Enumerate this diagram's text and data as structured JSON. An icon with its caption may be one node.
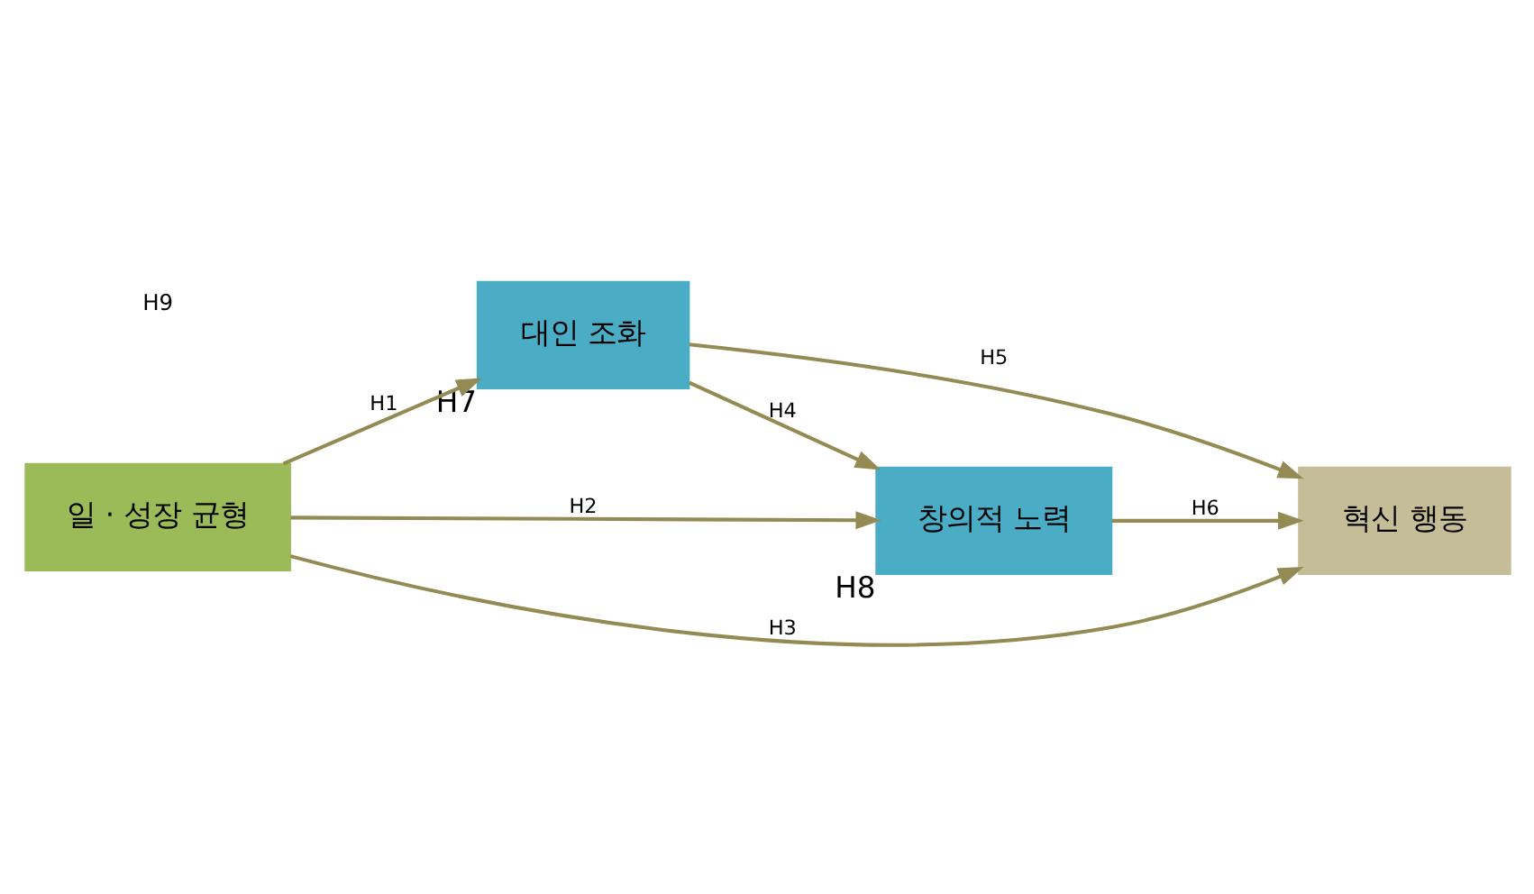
{
  "diagram": {
    "nodes": [
      {
        "text": [
          "일 · 성장 균형"
        ]
      },
      {
        "text": [
          "대인 조화"
        ],
        "beside": [
          "H7"
        ]
      },
      {
        "text": [
          "창의적 노력"
        ],
        "beside": [
          "H8"
        ]
      },
      {
        "text": [
          "혁신 행동"
        ]
      }
    ],
    "edges": [
      {
        "from": 0,
        "to": 1,
        "arrow": "to",
        "label": "H1"
      },
      {
        "from": 0,
        "to": 2,
        "arrow": "to",
        "label": "H2"
      },
      {
        "from": 0,
        "to": 3,
        "arrow": "to",
        "label": "H3"
      },
      {
        "from": 1,
        "to": 2,
        "arrow": "to",
        "label": "H4"
      },
      {
        "from": 1,
        "to": 3,
        "arrow": "to",
        "label": "H5"
      },
      {
        "from": 2,
        "to": 3,
        "arrow": "to",
        "label": "H6"
      }
    ],
    "labels": [
      "H9"
    ]
  }
}
